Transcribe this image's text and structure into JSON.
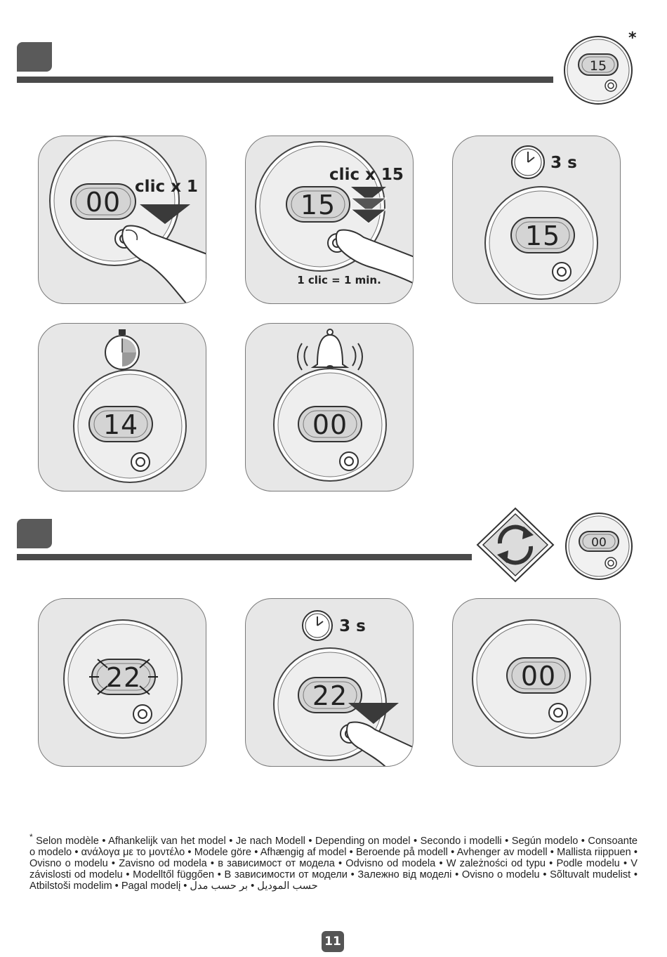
{
  "asterisk": "*",
  "header_display": "15",
  "panels_section1": [
    {
      "display": "00",
      "label": "clic x 1"
    },
    {
      "display": "15",
      "label": "clic x 15",
      "sublabel": "1 clic = 1 min."
    },
    {
      "display": "15",
      "label": "3 s"
    },
    {
      "display": "14"
    },
    {
      "display": "00"
    }
  ],
  "section2_header_display": "00",
  "panels_section2": [
    {
      "display": "22"
    },
    {
      "display": "22",
      "label": "3 s"
    },
    {
      "display": "00"
    }
  ],
  "footnote": {
    "marker": "*",
    "text": "Selon modèle • Afhankelijk van het model • Je nach Modell • Depending on model • Secondo i modelli • Según modelo • Consoante o modelo • ανάλογα με το μοντέλο • Modele göre • Afhængig af model • Beroende på modell • Avhenger av modell • Mallista riippuen • Ovisno o modelu • Zavisno od modela • в зависимост от модела • Odvisno od modela • W zależności od typu • Podle modelu • V závislosti od modelu • Modelltől függően • В зависимости от модели • Залежно від моделі • Ovisno o modelu • Sõltuvalt mudelist • Atbilstoši modelim • Pagal modelį • حسب الموديل • بر حسب مدل"
  },
  "page_number": "11",
  "colors": {
    "panel_bg": "#e7e7e7",
    "bar": "#4a4a4a",
    "display_bg": "#d4d4d4",
    "arrow": "#3a3a3a"
  }
}
